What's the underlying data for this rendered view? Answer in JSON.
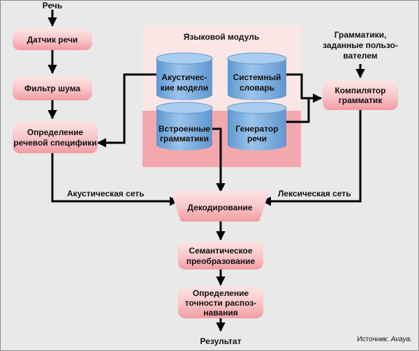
{
  "diagram": {
    "input_label": "Речь",
    "output_label": "Результат",
    "source_prefix": "Источник:",
    "source_name": "Avaya.",
    "speech_sensor": "Датчик речи",
    "noise_filter": "Фильтр шума",
    "speech_spec": [
      "Определение",
      "речевой специфики"
    ],
    "language_module_title": "Языковой модуль",
    "acoustic_models": [
      "Акустичес-",
      "кие модели"
    ],
    "system_dictionary": [
      "Системный",
      "словарь"
    ],
    "builtin_grammars": [
      "Встроенные",
      "грамматики"
    ],
    "speech_generator": [
      "Генератор",
      "речи"
    ],
    "user_grammars": [
      "Грамматики,",
      "заданные пользо-",
      "вателем"
    ],
    "grammar_compiler": [
      "Компилятор",
      "грамматик"
    ],
    "acoustic_net": "Акустическая сеть",
    "lexical_net": "Лексическая сеть",
    "decoding": "Декодирование",
    "semantic_transform": [
      "Семантическое",
      "преобразование"
    ],
    "accuracy": [
      "Определение",
      "точности распоз-",
      "навания"
    ]
  },
  "colors": {
    "background": "#e9e9e9",
    "box_top": "#fde1e1",
    "box_bottom": "#f4a6ac",
    "module_top": "#fbe3e3",
    "module_bottom": "#f3a7ad",
    "cylinder": "#7fb0dc",
    "cylinder_top": "#a9ccec",
    "line": "#000000"
  }
}
